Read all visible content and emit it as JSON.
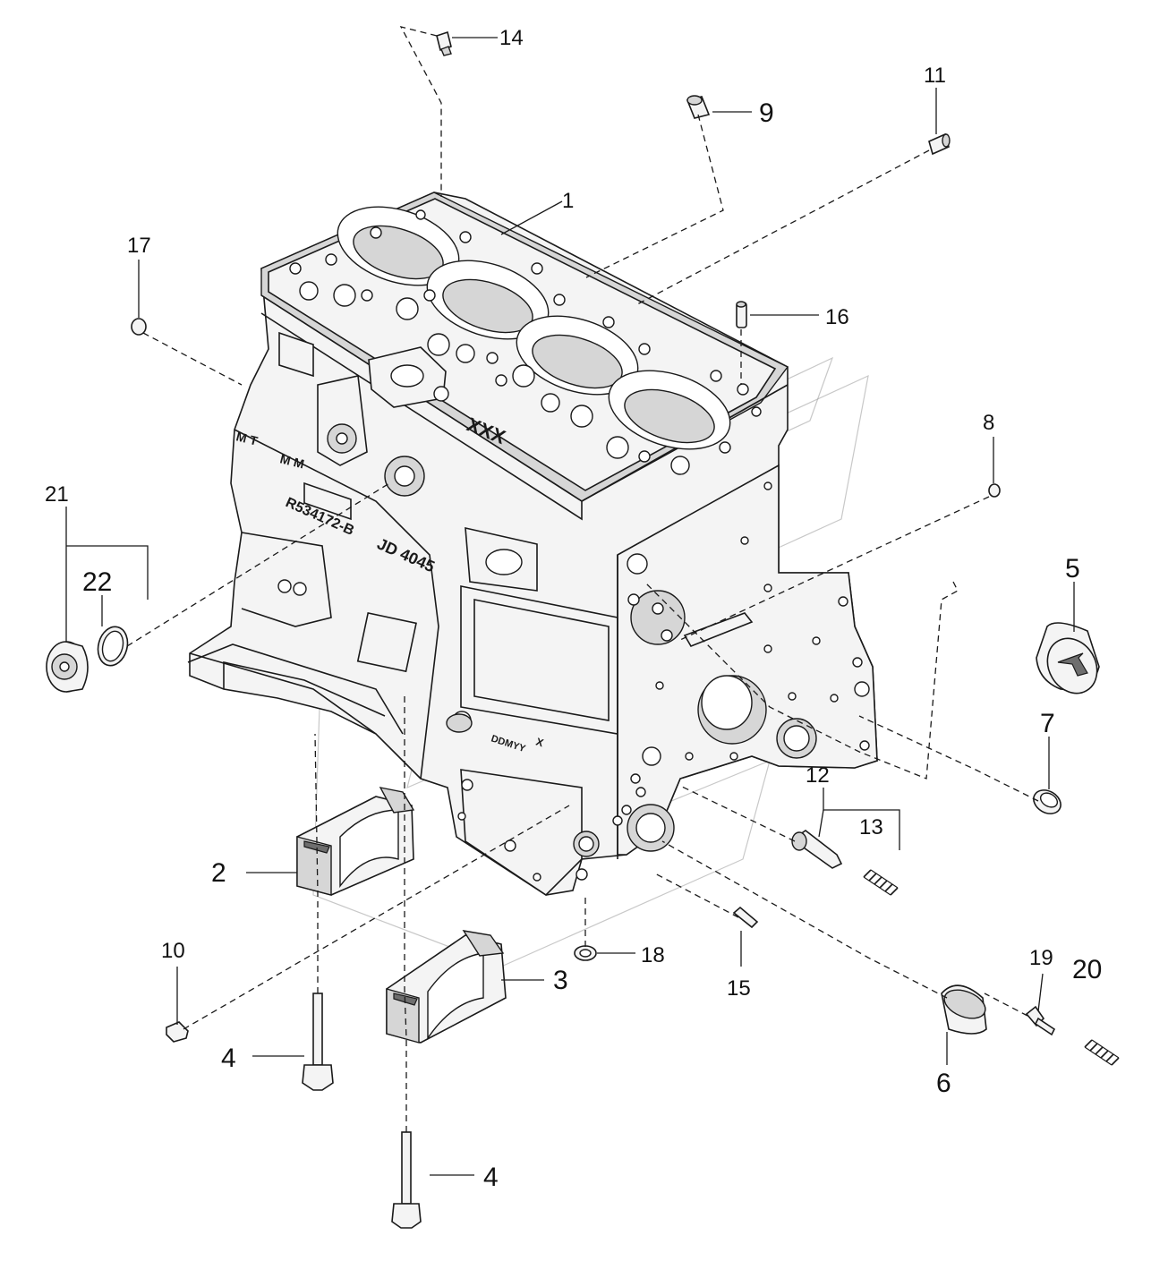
{
  "callouts": [
    {
      "id": "c1",
      "label": "1"
    },
    {
      "id": "c2",
      "label": "2"
    },
    {
      "id": "c3",
      "label": "3"
    },
    {
      "id": "c4a",
      "label": "4"
    },
    {
      "id": "c4b",
      "label": "4"
    },
    {
      "id": "c5",
      "label": "5"
    },
    {
      "id": "c6",
      "label": "6"
    },
    {
      "id": "c7",
      "label": "7"
    },
    {
      "id": "c8",
      "label": "8"
    },
    {
      "id": "c9",
      "label": "9"
    },
    {
      "id": "c10",
      "label": "10"
    },
    {
      "id": "c11",
      "label": "11"
    },
    {
      "id": "c12",
      "label": "12"
    },
    {
      "id": "c13",
      "label": "13"
    },
    {
      "id": "c14",
      "label": "14"
    },
    {
      "id": "c15",
      "label": "15"
    },
    {
      "id": "c16",
      "label": "16"
    },
    {
      "id": "c17",
      "label": "17"
    },
    {
      "id": "c18",
      "label": "18"
    },
    {
      "id": "c19",
      "label": "19"
    },
    {
      "id": "c20",
      "label": "20"
    },
    {
      "id": "c21",
      "label": "21"
    },
    {
      "id": "c22",
      "label": "22"
    }
  ],
  "block_markings": {
    "top_code": "XXX",
    "side_code_1": "M T",
    "side_code_2": "M M",
    "part_number": "R534172-B",
    "model": "JD 4045",
    "rear_code": "DDMYY",
    "rear_mark": "X"
  }
}
